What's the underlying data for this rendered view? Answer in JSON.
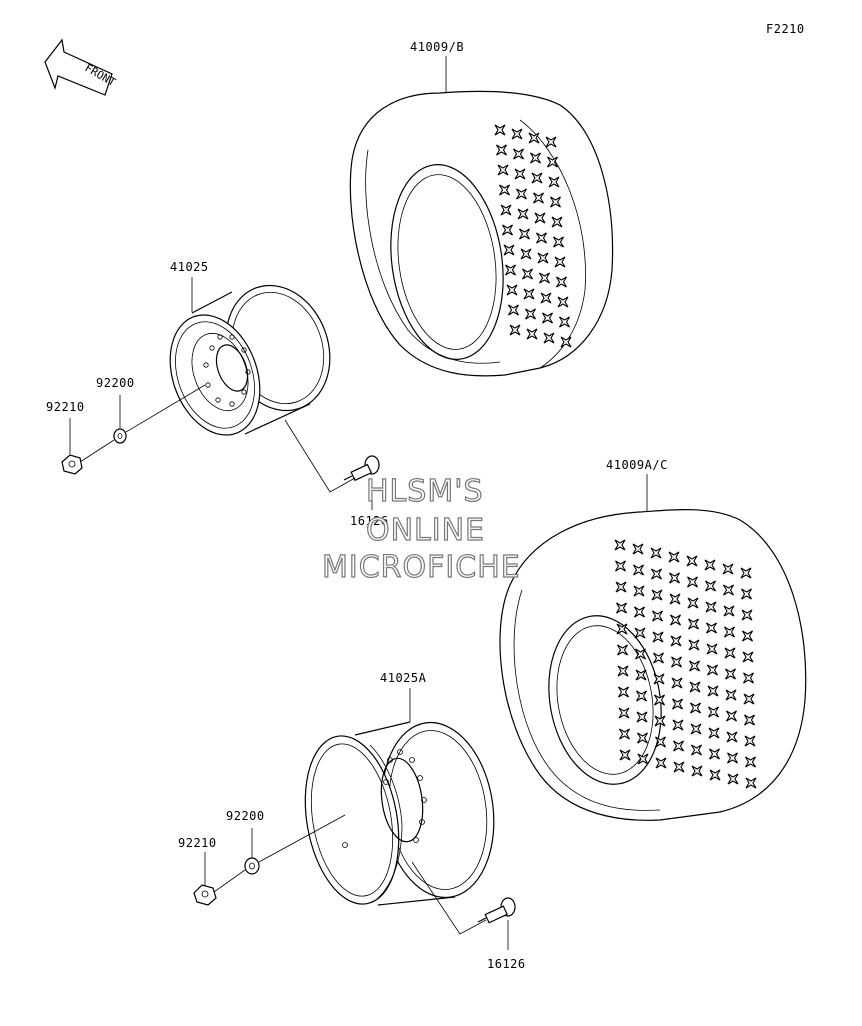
{
  "figure_code": "F2210",
  "front_label": "FRONT",
  "parts": {
    "tire_front": "41009/B",
    "tire_rear": "41009A/C",
    "wheel_front": "41025",
    "wheel_rear": "41025A",
    "washer_front": "92200",
    "nut_front": "92210",
    "washer_rear": "92200",
    "nut_rear": "92210",
    "valve_front": "16126",
    "valve_rear": "16126"
  },
  "watermark": [
    "HLSM'S",
    "ONLINE",
    "MICROFICHE"
  ]
}
